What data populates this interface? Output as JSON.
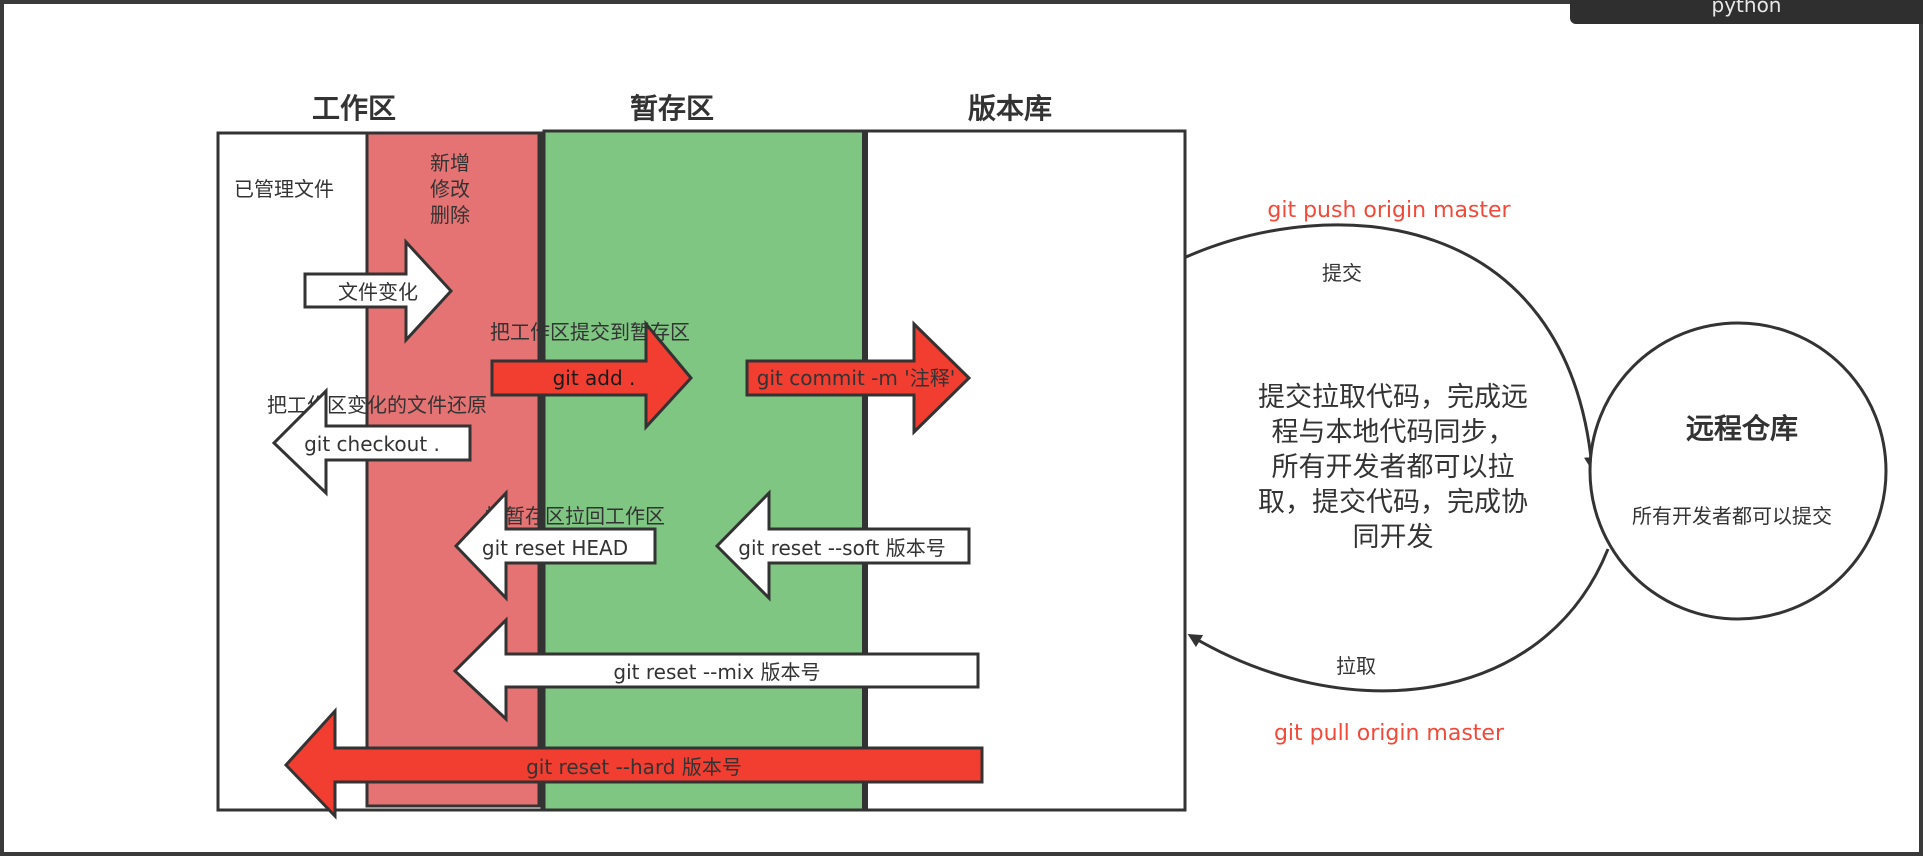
{
  "corner_tab": {
    "label": "python"
  },
  "zones": {
    "workspace": {
      "title": "工作区",
      "managed_files": "已管理文件",
      "changes": [
        "新增",
        "修改",
        "删除"
      ]
    },
    "staging": {
      "title": "暂存区"
    },
    "repository": {
      "title": "版本库"
    }
  },
  "arrows": {
    "file_change": "文件变化",
    "add_caption": "把工作区提交到暂存区",
    "git_add": "git add .",
    "git_commit": "git commit -m '注释'",
    "checkout_caption": "把工作区变化的文件还原",
    "git_checkout": "git checkout .",
    "reset_head_caption": "把暂存区拉回工作区",
    "git_reset_head": "git reset HEAD",
    "git_reset_soft": "git reset --soft 版本号",
    "git_reset_mix": "git reset --mix 版本号",
    "git_reset_hard": "git reset --hard 版本号"
  },
  "remote": {
    "push_command": "git push origin master",
    "push_label": "提交",
    "pull_command": "git pull origin master",
    "pull_label": "拉取",
    "sync_description": [
      "提交拉取代码，完成远",
      "程与本地代码同步，",
      "所有开发者都可以拉",
      "取，提交代码，完成协",
      "同开发"
    ],
    "title": "远程仓库",
    "subtitle": "所有开发者都可以提交"
  },
  "colors": {
    "workspace_changes": "#e57373",
    "staging": "#80c683",
    "red_arrow": "#f23d31",
    "command_red": "#f24a3a",
    "stroke": "#333333"
  }
}
